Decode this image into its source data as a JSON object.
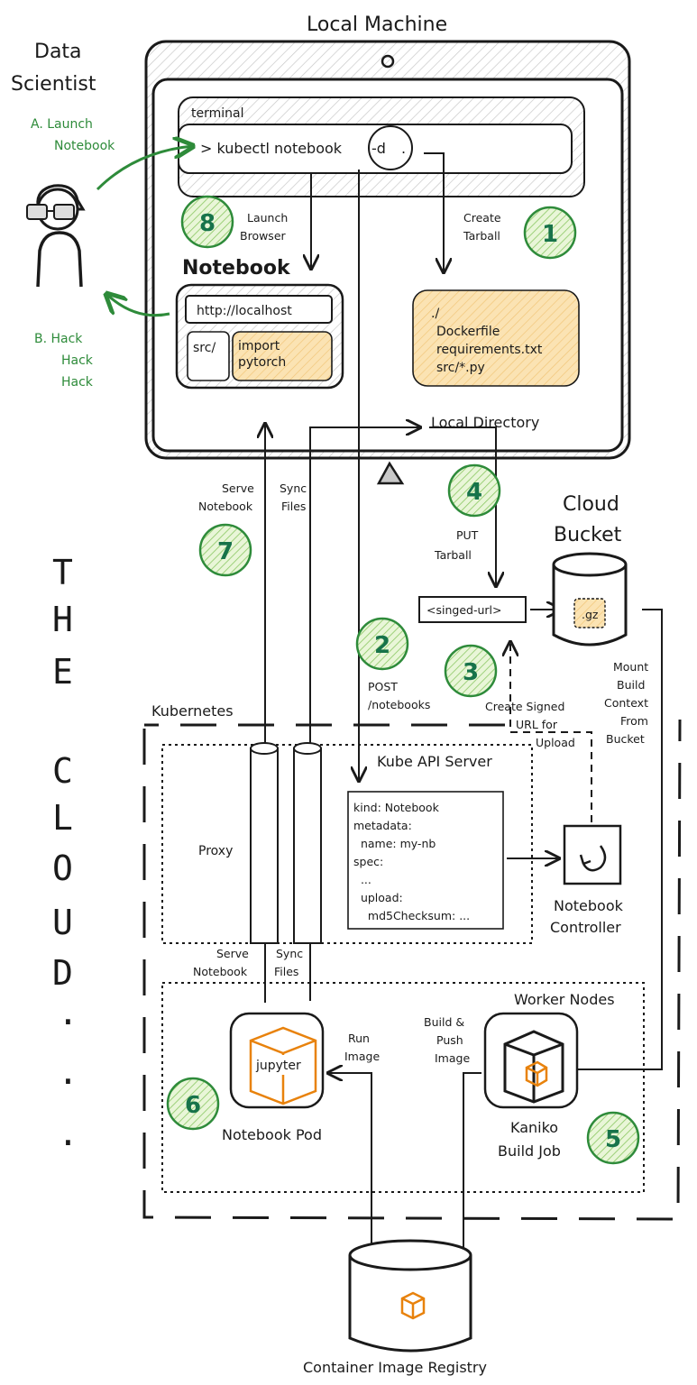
{
  "title": "Local Machine",
  "data_scientist": {
    "line1": "Data",
    "line2": "Scientist"
  },
  "steps_letters": {
    "a1": "A. Launch",
    "a2": "Notebook",
    "b1": "B. Hack",
    "b2": "Hack",
    "b3": "Hack"
  },
  "terminal": {
    "label": "terminal",
    "command": "> kubectl notebook",
    "flag": "-d",
    "dot": "."
  },
  "notebook_section": {
    "title": "Notebook",
    "url": "http://localhost",
    "sidebar": "src/",
    "code1": "import",
    "code2": "pytorch"
  },
  "directory": {
    "label": "Local Directory",
    "lines": [
      "./",
      "Dockerfile",
      "requirements.txt",
      "src/*.py"
    ]
  },
  "labels": {
    "launch_browser_1": "Launch",
    "launch_browser_2": "Browser",
    "create_tarball_1": "Create",
    "create_tarball_2": "Tarball",
    "serve_notebook_1": "Serve",
    "serve_notebook_2": "Notebook",
    "sync_files_1": "Sync",
    "sync_files_2": "Files",
    "put_tarball_1": "PUT",
    "put_tarball_2": "Tarball",
    "post_1": "POST",
    "post_2": "/notebooks",
    "signed_1": "Create Signed",
    "signed_2": "URL for",
    "signed_3": "Upload",
    "mount_1": "Mount",
    "mount_2": "Build",
    "mount_3": "Context",
    "mount_4": "From",
    "mount_5": "Bucket",
    "proxy": "Proxy",
    "serve_notebook_k1": "Serve",
    "serve_notebook_k2": "Notebook",
    "sync_files_k1": "Sync",
    "sync_files_k2": "Files",
    "run_image_1": "Run",
    "run_image_2": "Image",
    "build_push_1": "Build &",
    "build_push_2": "Push",
    "build_push_3": "Image"
  },
  "signed_url": "<singed-url>",
  "cloud_bucket": {
    "line1": "Cloud",
    "line2": "Bucket",
    "file": ".gz"
  },
  "the_cloud": [
    "T",
    "H",
    "E",
    "C",
    "L",
    "O",
    "U",
    "D",
    ".",
    ".",
    "."
  ],
  "kubernetes": {
    "label": "Kubernetes",
    "api_server": "Kube API Server",
    "yaml": [
      "kind: Notebook",
      "metadata:",
      "  name: my-nb",
      "spec:",
      "  ...",
      "  upload:",
      "    md5Checksum: ..."
    ],
    "controller_1": "Notebook",
    "controller_2": "Controller",
    "worker_nodes": "Worker Nodes",
    "pod_1": "Notebook Pod",
    "pod_inner": "jupyter",
    "kaniko_1": "Kaniko",
    "kaniko_2": "Build Job"
  },
  "registry": "Container Image Registry",
  "step_numbers": [
    "1",
    "2",
    "3",
    "4",
    "5",
    "6",
    "7",
    "8"
  ]
}
